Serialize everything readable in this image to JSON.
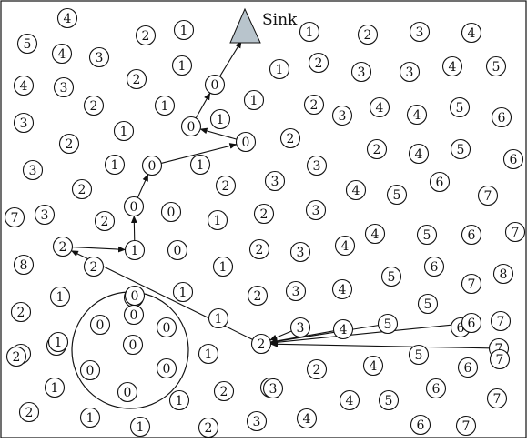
{
  "sink": {
    "label": "Sink"
  },
  "colors": {
    "ink": "#111111",
    "sink_fill": "#b8c4cc",
    "background": "#ffffff"
  },
  "nodes": [
    {
      "label": "4"
    },
    {
      "label": "2"
    },
    {
      "label": "1"
    },
    {
      "label": "5"
    },
    {
      "label": "4"
    },
    {
      "label": "3"
    },
    {
      "label": "1"
    },
    {
      "label": "2"
    },
    {
      "label": "3"
    },
    {
      "label": "4"
    },
    {
      "label": "4"
    },
    {
      "label": "3"
    },
    {
      "label": "2"
    },
    {
      "label": "1"
    },
    {
      "label": "0"
    },
    {
      "label": "1"
    },
    {
      "label": "2"
    },
    {
      "label": "3"
    },
    {
      "label": "3"
    },
    {
      "label": "4"
    },
    {
      "label": "5"
    },
    {
      "label": "2"
    },
    {
      "label": "1"
    },
    {
      "label": "0"
    },
    {
      "label": "1"
    },
    {
      "label": "1"
    },
    {
      "label": "2"
    },
    {
      "label": "3"
    },
    {
      "label": "4"
    },
    {
      "label": "4"
    },
    {
      "label": "5"
    },
    {
      "label": "6"
    },
    {
      "label": "3"
    },
    {
      "label": "2"
    },
    {
      "label": "1"
    },
    {
      "label": "0"
    },
    {
      "label": "2"
    },
    {
      "label": "2"
    },
    {
      "label": "4"
    },
    {
      "label": "5"
    },
    {
      "label": "6"
    },
    {
      "label": "3"
    },
    {
      "label": "1"
    },
    {
      "label": "0"
    },
    {
      "label": "1"
    },
    {
      "label": "3"
    },
    {
      "label": "3"
    },
    {
      "label": "7"
    },
    {
      "label": "2"
    },
    {
      "label": "0"
    },
    {
      "label": "2"
    },
    {
      "label": "4"
    },
    {
      "label": "5"
    },
    {
      "label": "6"
    },
    {
      "label": "7"
    },
    {
      "label": "3"
    },
    {
      "label": "2"
    },
    {
      "label": "1"
    },
    {
      "label": "0"
    },
    {
      "label": "1"
    },
    {
      "label": "2"
    },
    {
      "label": "3"
    },
    {
      "label": "4"
    },
    {
      "label": "5"
    },
    {
      "label": "6"
    },
    {
      "label": "7"
    },
    {
      "label": "8"
    },
    {
      "label": "2"
    },
    {
      "label": "2"
    },
    {
      "label": "1"
    },
    {
      "label": "0"
    },
    {
      "label": "1"
    },
    {
      "label": "2"
    },
    {
      "label": "3"
    },
    {
      "label": "4"
    },
    {
      "label": "5"
    },
    {
      "label": "6"
    },
    {
      "label": "7"
    },
    {
      "label": "8"
    },
    {
      "label": "2"
    },
    {
      "label": "1"
    },
    {
      "label": "0"
    },
    {
      "label": "1"
    },
    {
      "label": "2"
    },
    {
      "label": "3"
    },
    {
      "label": "4"
    },
    {
      "label": "5"
    },
    {
      "label": "6"
    },
    {
      "label": "7"
    },
    {
      "label": "2"
    },
    {
      "label": "1"
    },
    {
      "label": "0"
    },
    {
      "label": "0"
    },
    {
      "label": "0"
    },
    {
      "label": "1"
    },
    {
      "label": "2"
    },
    {
      "label": "3"
    },
    {
      "label": "4"
    },
    {
      "label": "5"
    },
    {
      "label": "6"
    },
    {
      "label": "7"
    },
    {
      "label": "2"
    },
    {
      "label": "1"
    },
    {
      "label": "0"
    },
    {
      "label": "0"
    },
    {
      "label": "1"
    },
    {
      "label": "2"
    },
    {
      "label": "3"
    },
    {
      "label": "4"
    },
    {
      "label": "5"
    },
    {
      "label": "6"
    },
    {
      "label": "7"
    },
    {
      "label": "1"
    },
    {
      "label": "0"
    },
    {
      "label": "0"
    },
    {
      "label": "1"
    },
    {
      "label": "2"
    },
    {
      "label": "3"
    },
    {
      "label": "4"
    },
    {
      "label": "5"
    },
    {
      "label": "6"
    },
    {
      "label": "7"
    },
    {
      "label": "2"
    },
    {
      "label": "1"
    },
    {
      "label": "1"
    },
    {
      "label": "2"
    },
    {
      "label": "3"
    },
    {
      "label": "4"
    },
    {
      "label": "6"
    },
    {
      "label": "7"
    }
  ]
}
